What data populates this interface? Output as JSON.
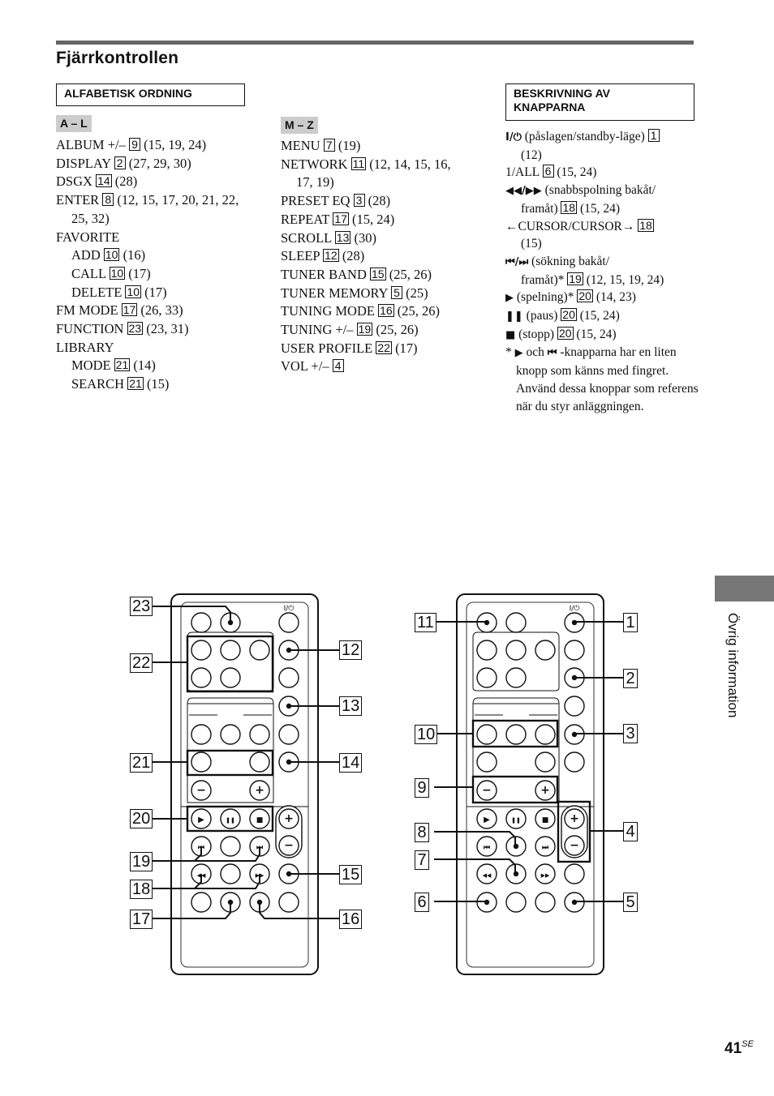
{
  "page": {
    "title": "Fjärrkontrollen",
    "side_tab_label": "Övrig information",
    "page_number": "41",
    "page_suffix": "SE"
  },
  "alpha_section": {
    "heading": "ALFABETISK ORDNING",
    "group_al": {
      "label": "A – L",
      "items": [
        {
          "name": "ALBUM +/–",
          "ref": "9",
          "pages": "(15, 19, 24)"
        },
        {
          "name": "DISPLAY",
          "ref": "2",
          "pages": "(27, 29, 30)"
        },
        {
          "name": "DSGX",
          "ref": "14",
          "pages": "(28)"
        },
        {
          "name": "ENTER",
          "ref": "8",
          "pages": "(12, 15, 17, 20, 21, 22,",
          "cont": "25, 32)"
        },
        {
          "name": "FAVORITE"
        },
        {
          "name": "ADD",
          "ref": "10",
          "pages": "(16)",
          "indent": true
        },
        {
          "name": "CALL",
          "ref": "10",
          "pages": "(17)",
          "indent": true
        },
        {
          "name": "DELETE",
          "ref": "10",
          "pages": "(17)",
          "indent": true
        },
        {
          "name": "FM MODE",
          "ref": "17",
          "pages": "(26, 33)"
        },
        {
          "name": "FUNCTION",
          "ref": "23",
          "pages": "(23, 31)"
        },
        {
          "name": "LIBRARY"
        },
        {
          "name": "MODE",
          "ref": "21",
          "pages": "(14)",
          "indent": true
        },
        {
          "name": "SEARCH",
          "ref": "21",
          "pages": "(15)",
          "indent": true
        }
      ]
    },
    "group_mz": {
      "label": "M – Z",
      "items": [
        {
          "name": "MENU",
          "ref": "7",
          "pages": "(19)"
        },
        {
          "name": "NETWORK",
          "ref": "11",
          "pages": "(12, 14, 15, 16,",
          "cont": "17, 19)"
        },
        {
          "name": "PRESET EQ",
          "ref": "3",
          "pages": "(28)"
        },
        {
          "name": "REPEAT",
          "ref": "17",
          "pages": "(15, 24)"
        },
        {
          "name": "SCROLL",
          "ref": "13",
          "pages": "(30)"
        },
        {
          "name": "SLEEP",
          "ref": "12",
          "pages": "(28)"
        },
        {
          "name": "TUNER BAND",
          "ref": "15",
          "pages": "(25, 26)"
        },
        {
          "name": "TUNER MEMORY",
          "ref": "5",
          "pages": "(25)"
        },
        {
          "name": "TUNING MODE",
          "ref": "16",
          "pages": "(25, 26)"
        },
        {
          "name": "TUNING +/–",
          "ref": "19",
          "pages": "(25, 26)"
        },
        {
          "name": "USER PROFILE",
          "ref": "22",
          "pages": "(17)"
        },
        {
          "name": "VOL +/–",
          "ref": "4",
          "pages": ""
        }
      ]
    }
  },
  "desc_section": {
    "heading_line1": "BESKRIVNING AV",
    "heading_line2": "KNAPPARNA",
    "items": [
      {
        "sym": "I/⏻",
        "text": "(påslagen/standby-läge)",
        "ref": "1",
        "cont": "(12)"
      },
      {
        "sym": "",
        "text": "1/ALL",
        "ref": "6",
        "pages": "(15, 24)"
      },
      {
        "sym": "◀◀/▶▶",
        "text": "(snabbspolning bakåt/",
        "cont": "framåt)",
        "ref": "18",
        "pages": "(15, 24)"
      },
      {
        "sym": "",
        "text": "←CURSOR/CURSOR→",
        "ref": "18",
        "cont": "(15)"
      },
      {
        "sym": "⏮/⏭",
        "text": "(sökning bakåt/",
        "cont": "framåt)*",
        "ref": "19",
        "pages": "(12, 15, 19, 24)"
      },
      {
        "sym": "▶",
        "text": "(spelning)*",
        "ref": "20",
        "pages": "(14, 23)"
      },
      {
        "sym": "❚❚",
        "text": "(paus)",
        "ref": "20",
        "pages": "(15, 24)"
      },
      {
        "sym": "■",
        "text": "(stopp)",
        "ref": "20",
        "pages": "(15, 24)"
      }
    ],
    "footnote": {
      "star": "*",
      "sym_play": "▶",
      "och": "och",
      "sym_prev": "⏮",
      "text": "-knapparna har en liten knopp som känns med fingret. Använd dessa knoppar som referens när du styr anläggningen."
    }
  },
  "remote_left": {
    "power_label": "I/⏻",
    "callouts": [
      "23",
      "22",
      "21",
      "20",
      "19",
      "18",
      "17",
      "12",
      "13",
      "14",
      "15",
      "16"
    ]
  },
  "remote_right": {
    "power_label": "I/⏻",
    "callouts": [
      "11",
      "10",
      "9",
      "8",
      "7",
      "6",
      "1",
      "2",
      "3",
      "4",
      "5"
    ]
  }
}
